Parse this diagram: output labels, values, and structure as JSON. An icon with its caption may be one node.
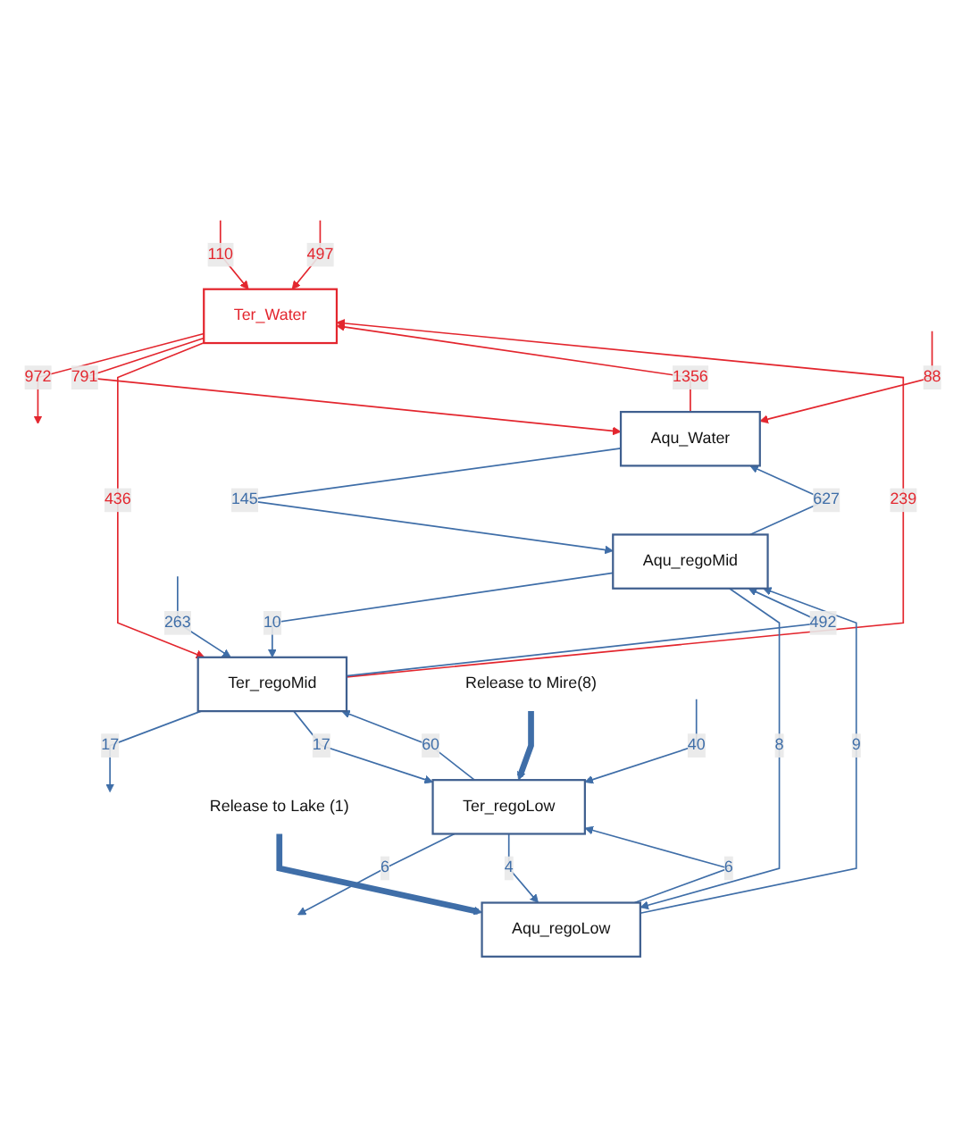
{
  "diagram": {
    "nodes": [
      {
        "text": [
          "Ter_Water"
        ]
      },
      {
        "text": [
          "Aqu_Water"
        ]
      },
      {
        "text": [
          "Ter_regoMid"
        ]
      },
      {
        "text": [
          "Aqu_regoMid"
        ]
      },
      {
        "text": [
          "Ter_regoLow"
        ]
      },
      {
        "text": [
          "Aqu_regoLow"
        ]
      },
      {
        "text": [
          "Release to Mire(8)"
        ]
      },
      {
        "text": [
          "Release to Lake (1)"
        ]
      }
    ],
    "edges": [
      {
        "from": null,
        "to": 0,
        "arrow": "to",
        "label": "110",
        "color": "#e3262e"
      },
      {
        "from": null,
        "to": 1,
        "arrow": "to",
        "label": "88",
        "color": "#e3262e"
      },
      {
        "from": null,
        "to": 0,
        "arrow": "to",
        "label": "497",
        "color": "#e3262e"
      },
      {
        "from": 0,
        "to": null,
        "arrow": "to",
        "label": "972",
        "color": "#e3262e"
      },
      {
        "from": 0,
        "to": 1,
        "arrow": "to",
        "label": "791",
        "color": "#e3262e"
      },
      {
        "from": 1,
        "to": 0,
        "arrow": "to",
        "label": "1356",
        "color": "#e3262e"
      },
      {
        "from": 2,
        "to": 0,
        "arrow": "to",
        "label": "239",
        "color": "#e3262e"
      },
      {
        "from": 0,
        "to": 2,
        "arrow": "to",
        "label": "436",
        "color": "#e3262e"
      },
      {
        "from": 3,
        "to": 1,
        "arrow": "to",
        "label": "627"
      },
      {
        "from": 1,
        "to": 3,
        "arrow": "to",
        "label": "145"
      },
      {
        "from": null,
        "to": 2,
        "arrow": "to",
        "label": "263"
      },
      {
        "from": 2,
        "to": null,
        "arrow": "to",
        "label": "17"
      },
      {
        "from": 2,
        "to": 3,
        "arrow": "to",
        "label": "492"
      },
      {
        "from": 3,
        "to": 2,
        "arrow": "to",
        "label": "10"
      },
      {
        "from": 4,
        "to": 2,
        "arrow": "to",
        "label": "60"
      },
      {
        "from": 2,
        "to": 4,
        "arrow": "to",
        "label": "17"
      },
      {
        "from": 5,
        "to": 3,
        "arrow": "to",
        "label": "9"
      },
      {
        "from": 3,
        "to": 5,
        "arrow": "to",
        "label": "8"
      },
      {
        "from": null,
        "to": 4,
        "arrow": "to",
        "label": "40"
      },
      {
        "from": 4,
        "to": null,
        "arrow": "to",
        "label": "6"
      },
      {
        "from": 4,
        "to": 5,
        "arrow": "to",
        "label": "4"
      },
      {
        "from": 5,
        "to": 4,
        "arrow": "to",
        "label": "6"
      },
      {
        "from": 6,
        "to": 4,
        "arrow": "to",
        "style": "thick"
      },
      {
        "from": 7,
        "to": 5,
        "arrow": "to",
        "style": "thick"
      }
    ]
  }
}
